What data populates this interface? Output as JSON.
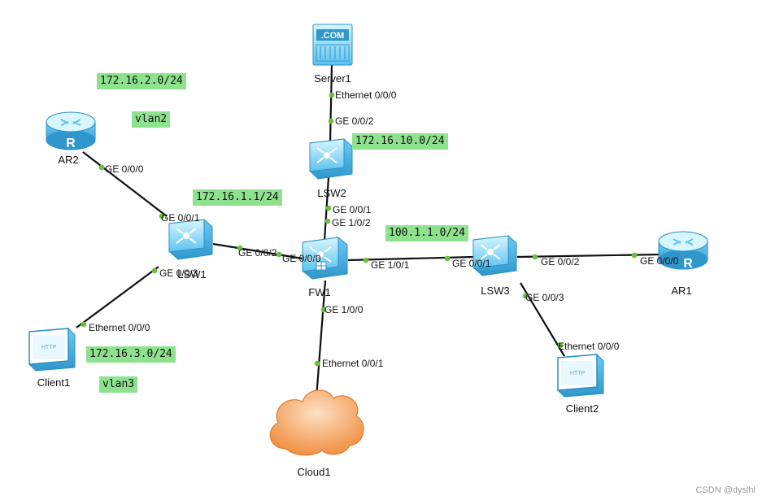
{
  "tags": {
    "net_172_16_2": "172.16.2.0/24",
    "vlan2": "vlan2",
    "net_172_16_1_1": "172.16.1.1/24",
    "net_172_16_10": "172.16.10.0/24",
    "net_100_1_1": "100.1.1.0/24",
    "net_172_16_3": "172.16.3.0/24",
    "vlan3": "vlan3"
  },
  "devices": {
    "server1": "Server1",
    "lsw2": "LSW2",
    "ar2": "AR2",
    "lsw1": "LSW1",
    "fw1": "FW1",
    "lsw3": "LSW3",
    "ar1": "AR1",
    "client1": "Client1",
    "client2": "Client2",
    "cloud1": "Cloud1"
  },
  "device_icons": {
    "server1": "server-icon",
    "lsw2": "switch-icon",
    "ar2": "router-icon",
    "lsw1": "switch-icon",
    "fw1": "firewall-icon",
    "lsw3": "switch-icon",
    "ar1": "router-icon",
    "client1": "client-icon",
    "client2": "client-icon",
    "cloud1": "cloud-icon"
  },
  "server_badge": ".COM",
  "client_badge": "HTTP",
  "router_badge": "R",
  "ports": {
    "server1_eth000": "Ethernet 0/0/0",
    "lsw2_ge002": "GE 0/0/2",
    "lsw2_ge001": "GE 0/0/1",
    "fw1_ge102": "GE 1/0/2",
    "ar2_ge000": "GE 0/0/0",
    "lsw1_ge001": "GE 0/0/1",
    "lsw1_ge002": "GE 0/0/2",
    "lsw1_ge003": "GE 0/0/3",
    "fw1_ge000": "GE 0/0/0",
    "fw1_ge101": "GE 1/0/1",
    "lsw3_ge001": "GE 0/0/1",
    "lsw3_ge002": "GE 0/0/2",
    "ar1_ge000": "GE 0/0/0",
    "lsw3_ge003": "GE 0/0/3",
    "client2_eth000": "Ethernet 0/0/0",
    "client1_eth000": "Ethernet 0/0/0",
    "fw1_ge100": "GE 1/0/0",
    "cloud1_eth001": "Ethernet 0/0/1"
  },
  "watermark": "CSDN @dyslhl",
  "colors": {
    "link": "#111111",
    "port_dot": "#6bbf3a",
    "tag_bg": "#8ee28e",
    "device_light": "#bfeeff",
    "device_mid": "#7fd3f7",
    "device_dark": "#3aa6d8",
    "cloud": "#f6b074"
  }
}
